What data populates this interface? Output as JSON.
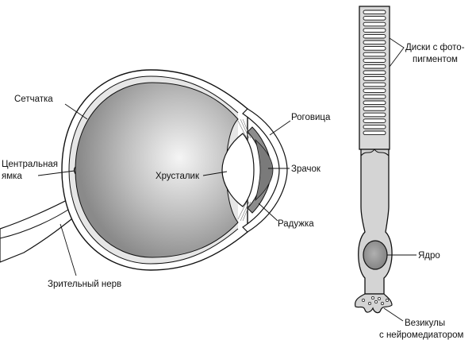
{
  "eye": {
    "labels": {
      "retina": "Сетчатка",
      "fovea_line1": "Центральная",
      "fovea_line2": "ямка",
      "optic_nerve": "Зрительный нерв",
      "lens": "Хрусталик",
      "cornea": "Роговица",
      "pupil": "Зрачок",
      "iris": "Радужка"
    }
  },
  "photoreceptor": {
    "labels": {
      "discs_line1": "Диски с фото-",
      "discs_line2": "пигментом",
      "nucleus": "Ядро",
      "vesicles_line1": "Везикулы",
      "vesicles_line2": "с нейромедиатором"
    }
  },
  "colors": {
    "outline": "#111111",
    "sclera_fill": "#e6e6e6",
    "vitreous_center": "#f4f4f4",
    "vitreous_edge": "#8a8a8a",
    "iris_fill": "#8c8c8c",
    "cell_fill": "#d4d4d4",
    "nucleus_fill": "#9a9a9a"
  }
}
